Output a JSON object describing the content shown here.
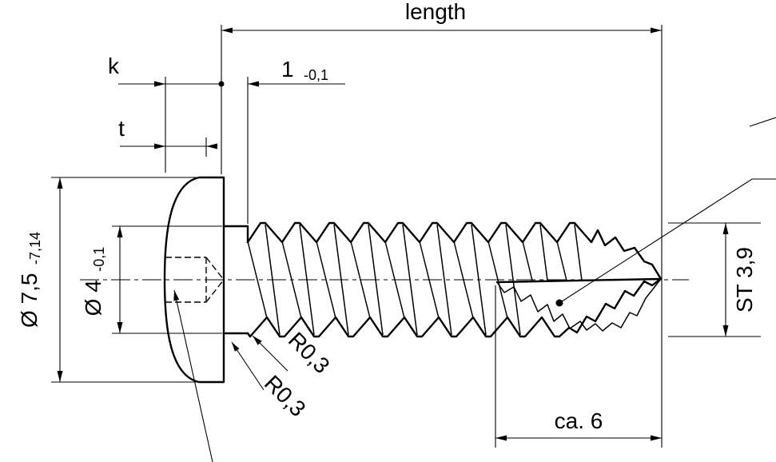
{
  "drawing": {
    "kind": "technical drawing of a pan-head self-tapping screw",
    "colors": {
      "line": "#000000",
      "background": "#ffffff"
    },
    "labels": {
      "length": "length",
      "head_height": "k",
      "recess_depth": "t",
      "neck_length": {
        "value": "1",
        "tolerance": "-0,1"
      },
      "head_diameter": {
        "value": "Ø 7,5",
        "tolerance": "-7,14"
      },
      "neck_diameter": {
        "value": "Ø 4",
        "tolerance": "-0,1"
      },
      "fillet_radius_1": "R0,3",
      "fillet_radius_2": "R0,3",
      "thread_size": "ST 3,9",
      "point_length": "ca. 6"
    }
  }
}
